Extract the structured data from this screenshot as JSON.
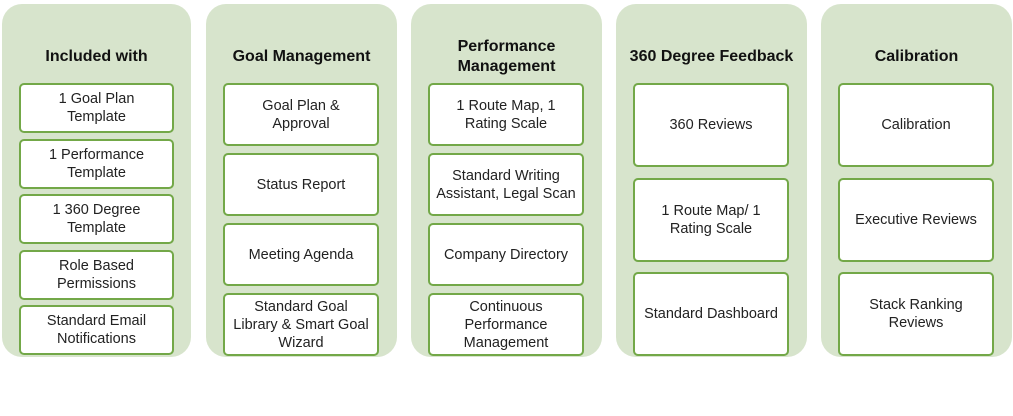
{
  "columns": [
    {
      "title": "Included with",
      "items": [
        "1 Goal Plan\nTemplate",
        "1 Performance\nTemplate",
        "1 360 Degree\nTemplate",
        "Role Based\nPermissions",
        "Standard Email\nNotifications"
      ]
    },
    {
      "title": "Goal Management",
      "items": [
        "Goal Plan &\nApproval",
        "Status Report",
        "Meeting Agenda",
        "Standard Goal\nLibrary & Smart Goal\nWizard"
      ]
    },
    {
      "title": "Performance\nManagement",
      "items": [
        "1 Route Map, 1\nRating Scale",
        "Standard Writing\nAssistant, Legal Scan",
        "Company Directory",
        "Continuous\nPerformance\nManagement"
      ]
    },
    {
      "title": "360 Degree Feedback",
      "items": [
        "360 Reviews",
        "1 Route Map/   1\nRating Scale",
        "Standard Dashboard"
      ]
    },
    {
      "title": "Calibration",
      "items": [
        "Calibration",
        "Executive Reviews",
        "Stack Ranking\nReviews"
      ]
    }
  ],
  "colors": {
    "panel": "#d7e4cc",
    "box_border": "#73a848"
  }
}
